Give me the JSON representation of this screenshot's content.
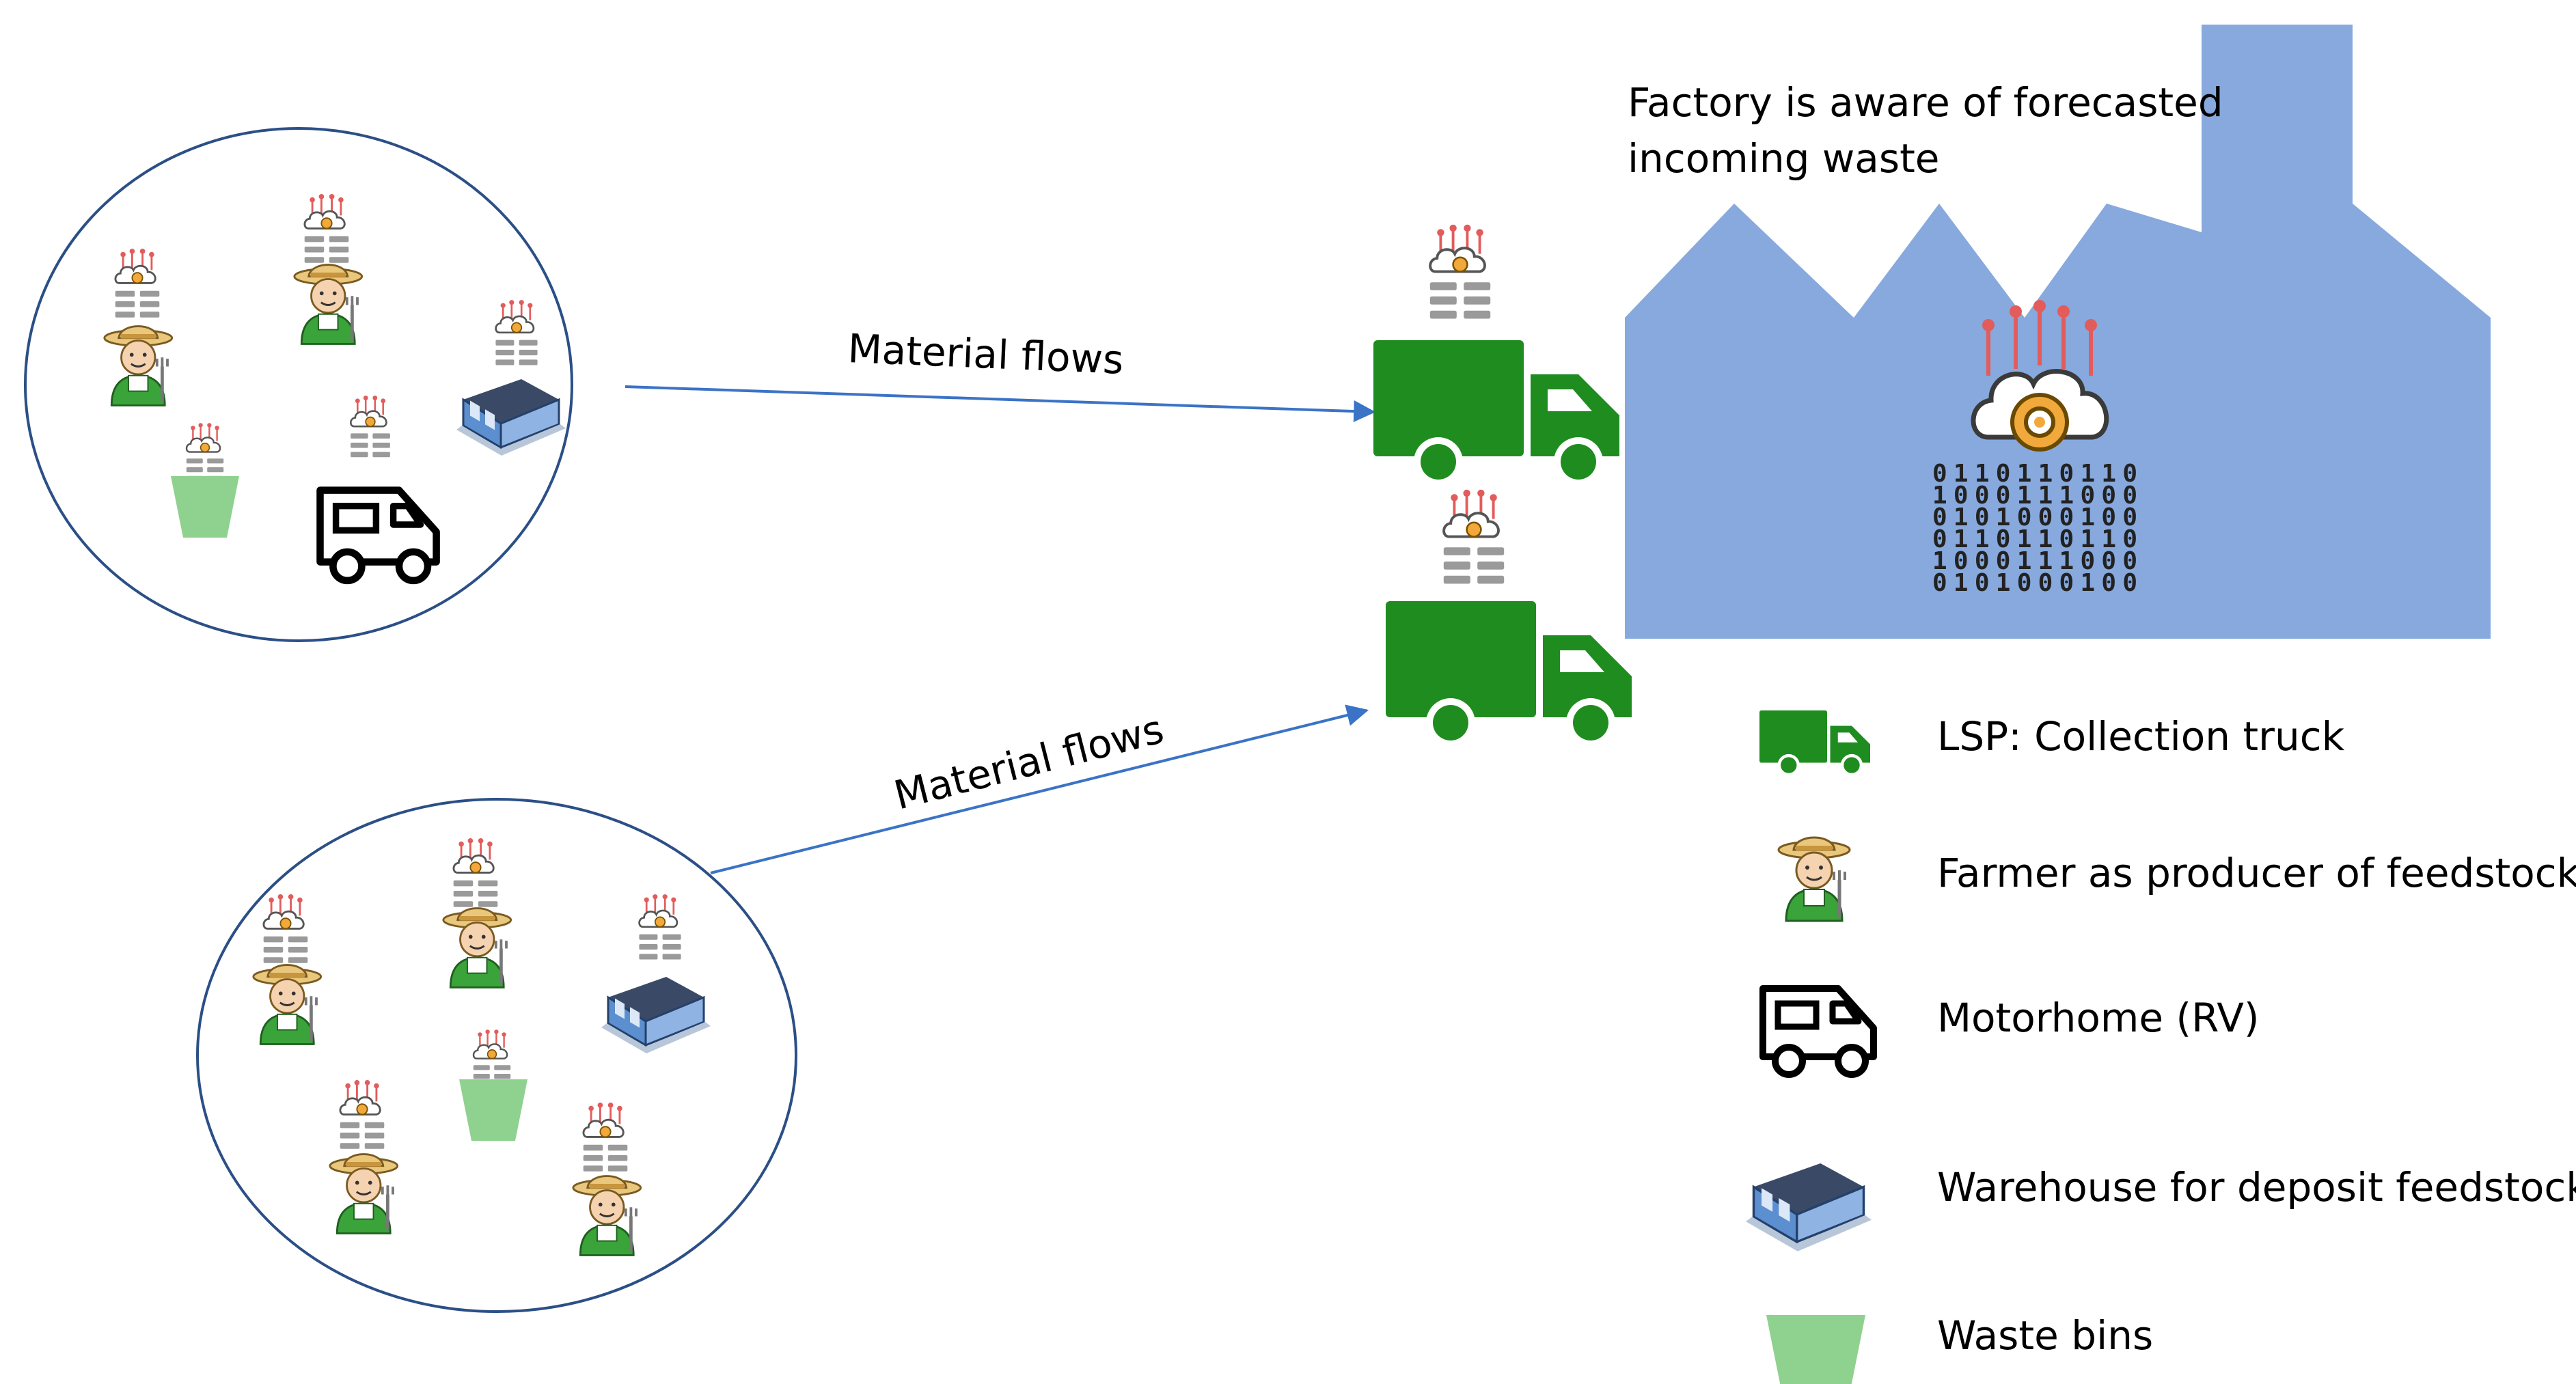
{
  "factory": {
    "caption_line1": "Factory is aware of forecasted",
    "caption_line2": "incoming waste",
    "color": "#87a9dd",
    "binary_lines": [
      "0110110110",
      "1000111000",
      "0101000100",
      "0110110110",
      "1000111000",
      "0101000100"
    ]
  },
  "flows": {
    "upper_label": "Material flows",
    "lower_label": "Material flows",
    "arrow_color": "#3b73c6"
  },
  "legend": {
    "items": [
      {
        "icon": "collection-truck-icon",
        "label": "LSP: Collection truck"
      },
      {
        "icon": "farmer-icon",
        "label": "Farmer as producer of feedstock"
      },
      {
        "icon": "motorhome-icon",
        "label": "Motorhome (RV)"
      },
      {
        "icon": "warehouse-icon",
        "label": "Warehouse for deposit feedstock"
      },
      {
        "icon": "waste-bin-icon",
        "label": "Waste bins"
      }
    ]
  },
  "colors": {
    "truck_green": "#1f8c1f",
    "bin_green": "#8fd18f",
    "ai_red": "#e25c5c",
    "ai_gear": "#f2a93b",
    "farmer_shirt": "#3aa33a",
    "warehouse_blue": "#5b8fcf"
  }
}
